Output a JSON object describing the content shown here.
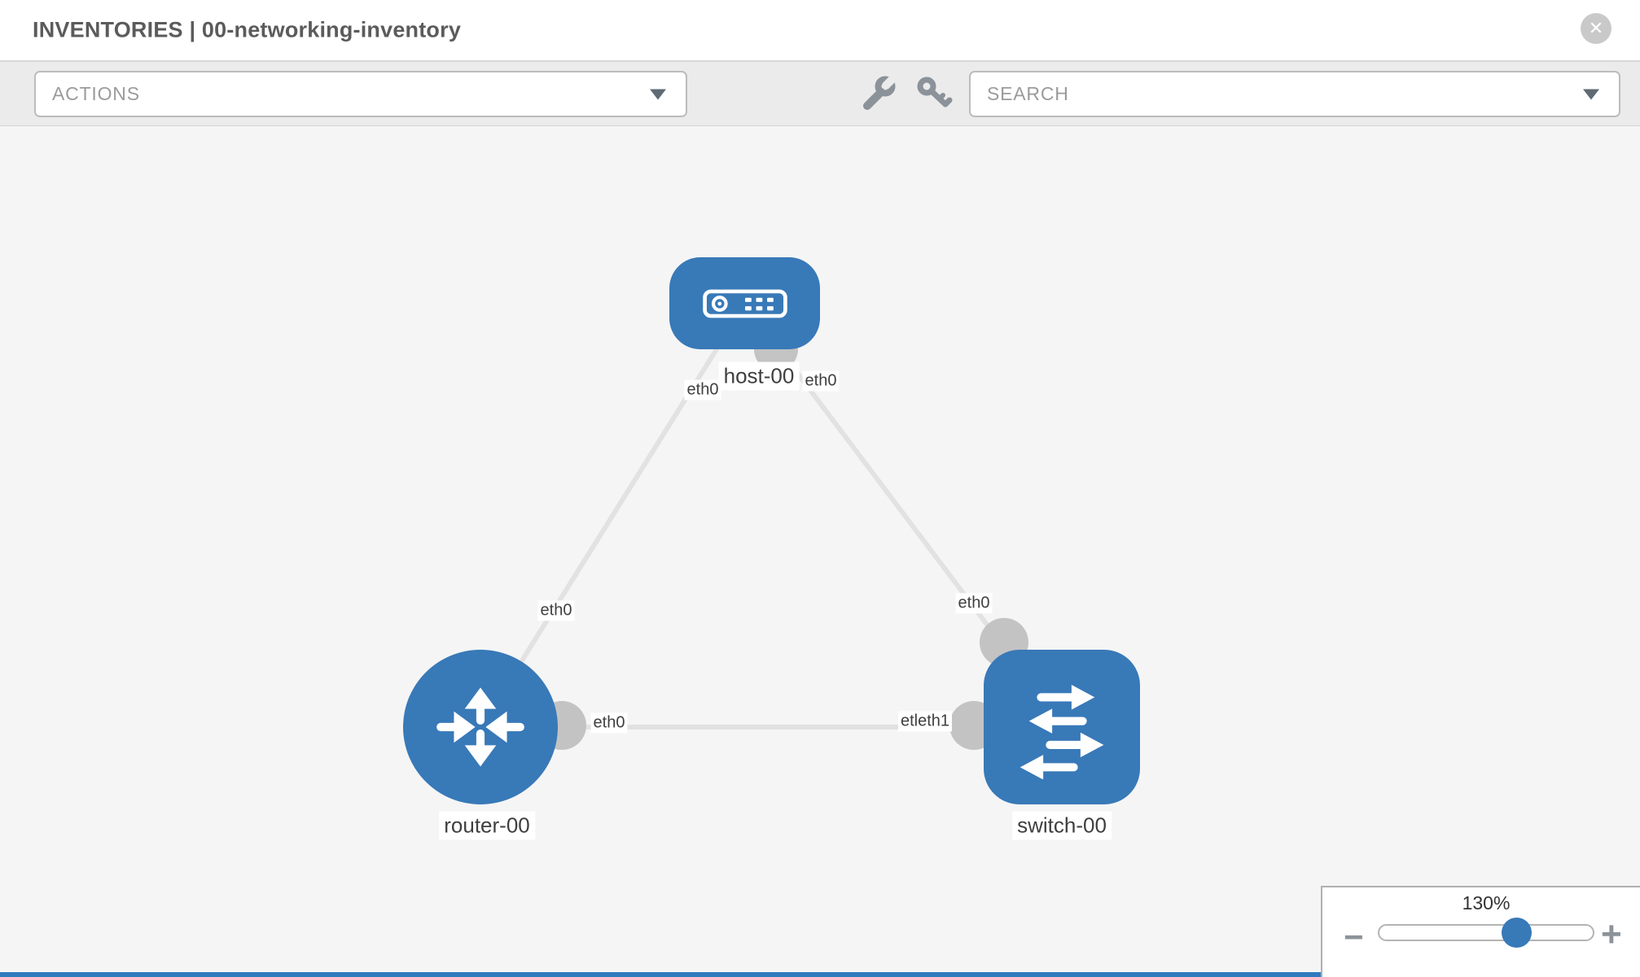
{
  "header": {
    "title": "INVENTORIES | 00-networking-inventory",
    "close_label": "✕"
  },
  "toolbar": {
    "actions_label": "ACTIONS",
    "search_label": "SEARCH",
    "icons": [
      "wrench-icon",
      "key-icon"
    ]
  },
  "colors": {
    "node_blue": "#3879b8",
    "port_gray": "#c3c3c3",
    "link_gray": "#e2e2e2",
    "canvas_bg": "#f5f5f5",
    "toolbar_bg": "#ebebeb",
    "accent_strip": "#2f7abd"
  },
  "topology": {
    "nodes": [
      {
        "id": "host-00",
        "type": "host",
        "label": "host-00",
        "icon": "host-icon"
      },
      {
        "id": "router-00",
        "type": "router",
        "label": "router-00",
        "icon": "router-icon"
      },
      {
        "id": "switch-00",
        "type": "switch",
        "label": "switch-00",
        "icon": "switch-icon"
      }
    ],
    "links": [
      {
        "from": "host-00",
        "from_interface": "eth0",
        "to": "router-00",
        "to_interface": "eth0"
      },
      {
        "from": "host-00",
        "from_interface": "eth0",
        "to": "switch-00",
        "to_interface": "eth0"
      },
      {
        "from": "router-00",
        "from_interface": "eth0",
        "to": "switch-00",
        "to_interface": "eth1"
      }
    ],
    "interface_labels": [
      {
        "text": "eth0"
      },
      {
        "text": "eth0"
      },
      {
        "text": "eth0"
      },
      {
        "text": "eth0"
      },
      {
        "text": "eth0"
      },
      {
        "text": "etleth1"
      }
    ]
  },
  "zoom_control": {
    "level": "130%",
    "minus": "−",
    "plus": "+"
  }
}
